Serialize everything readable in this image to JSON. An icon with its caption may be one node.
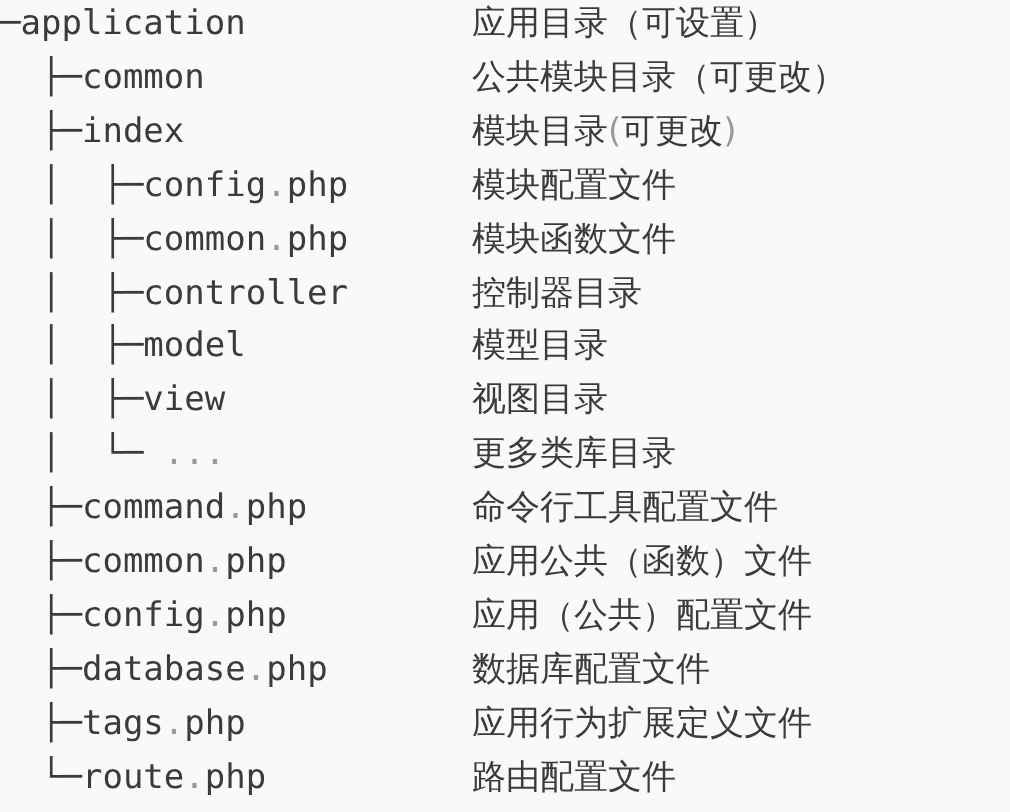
{
  "diagram": {
    "labels": [
      "─application",
      "应用目录（可设置）",
      "├─common",
      "公共模块目录（可更改）",
      "├─index",
      "模块目录(可更改)",
      "│  ├─config.php",
      "模块配置文件",
      "│  ├─common.php",
      "模块函数文件",
      "│  ├─controller",
      "控制器目录",
      "│  ├─model",
      "模型目录",
      "│  ├─view",
      "视图目录",
      "│  └─ ...",
      "更多类库目录",
      "├─command.php",
      "命令行工具配置文件",
      "├─common.php",
      "应用公共（函数）文件",
      "├─config.php",
      "应用（公共）配置文件",
      "├─database.php",
      "数据库配置文件",
      "├─tags.php",
      "应用行为扩展定义文件",
      "└─route.php",
      "路由配置文件"
    ]
  }
}
